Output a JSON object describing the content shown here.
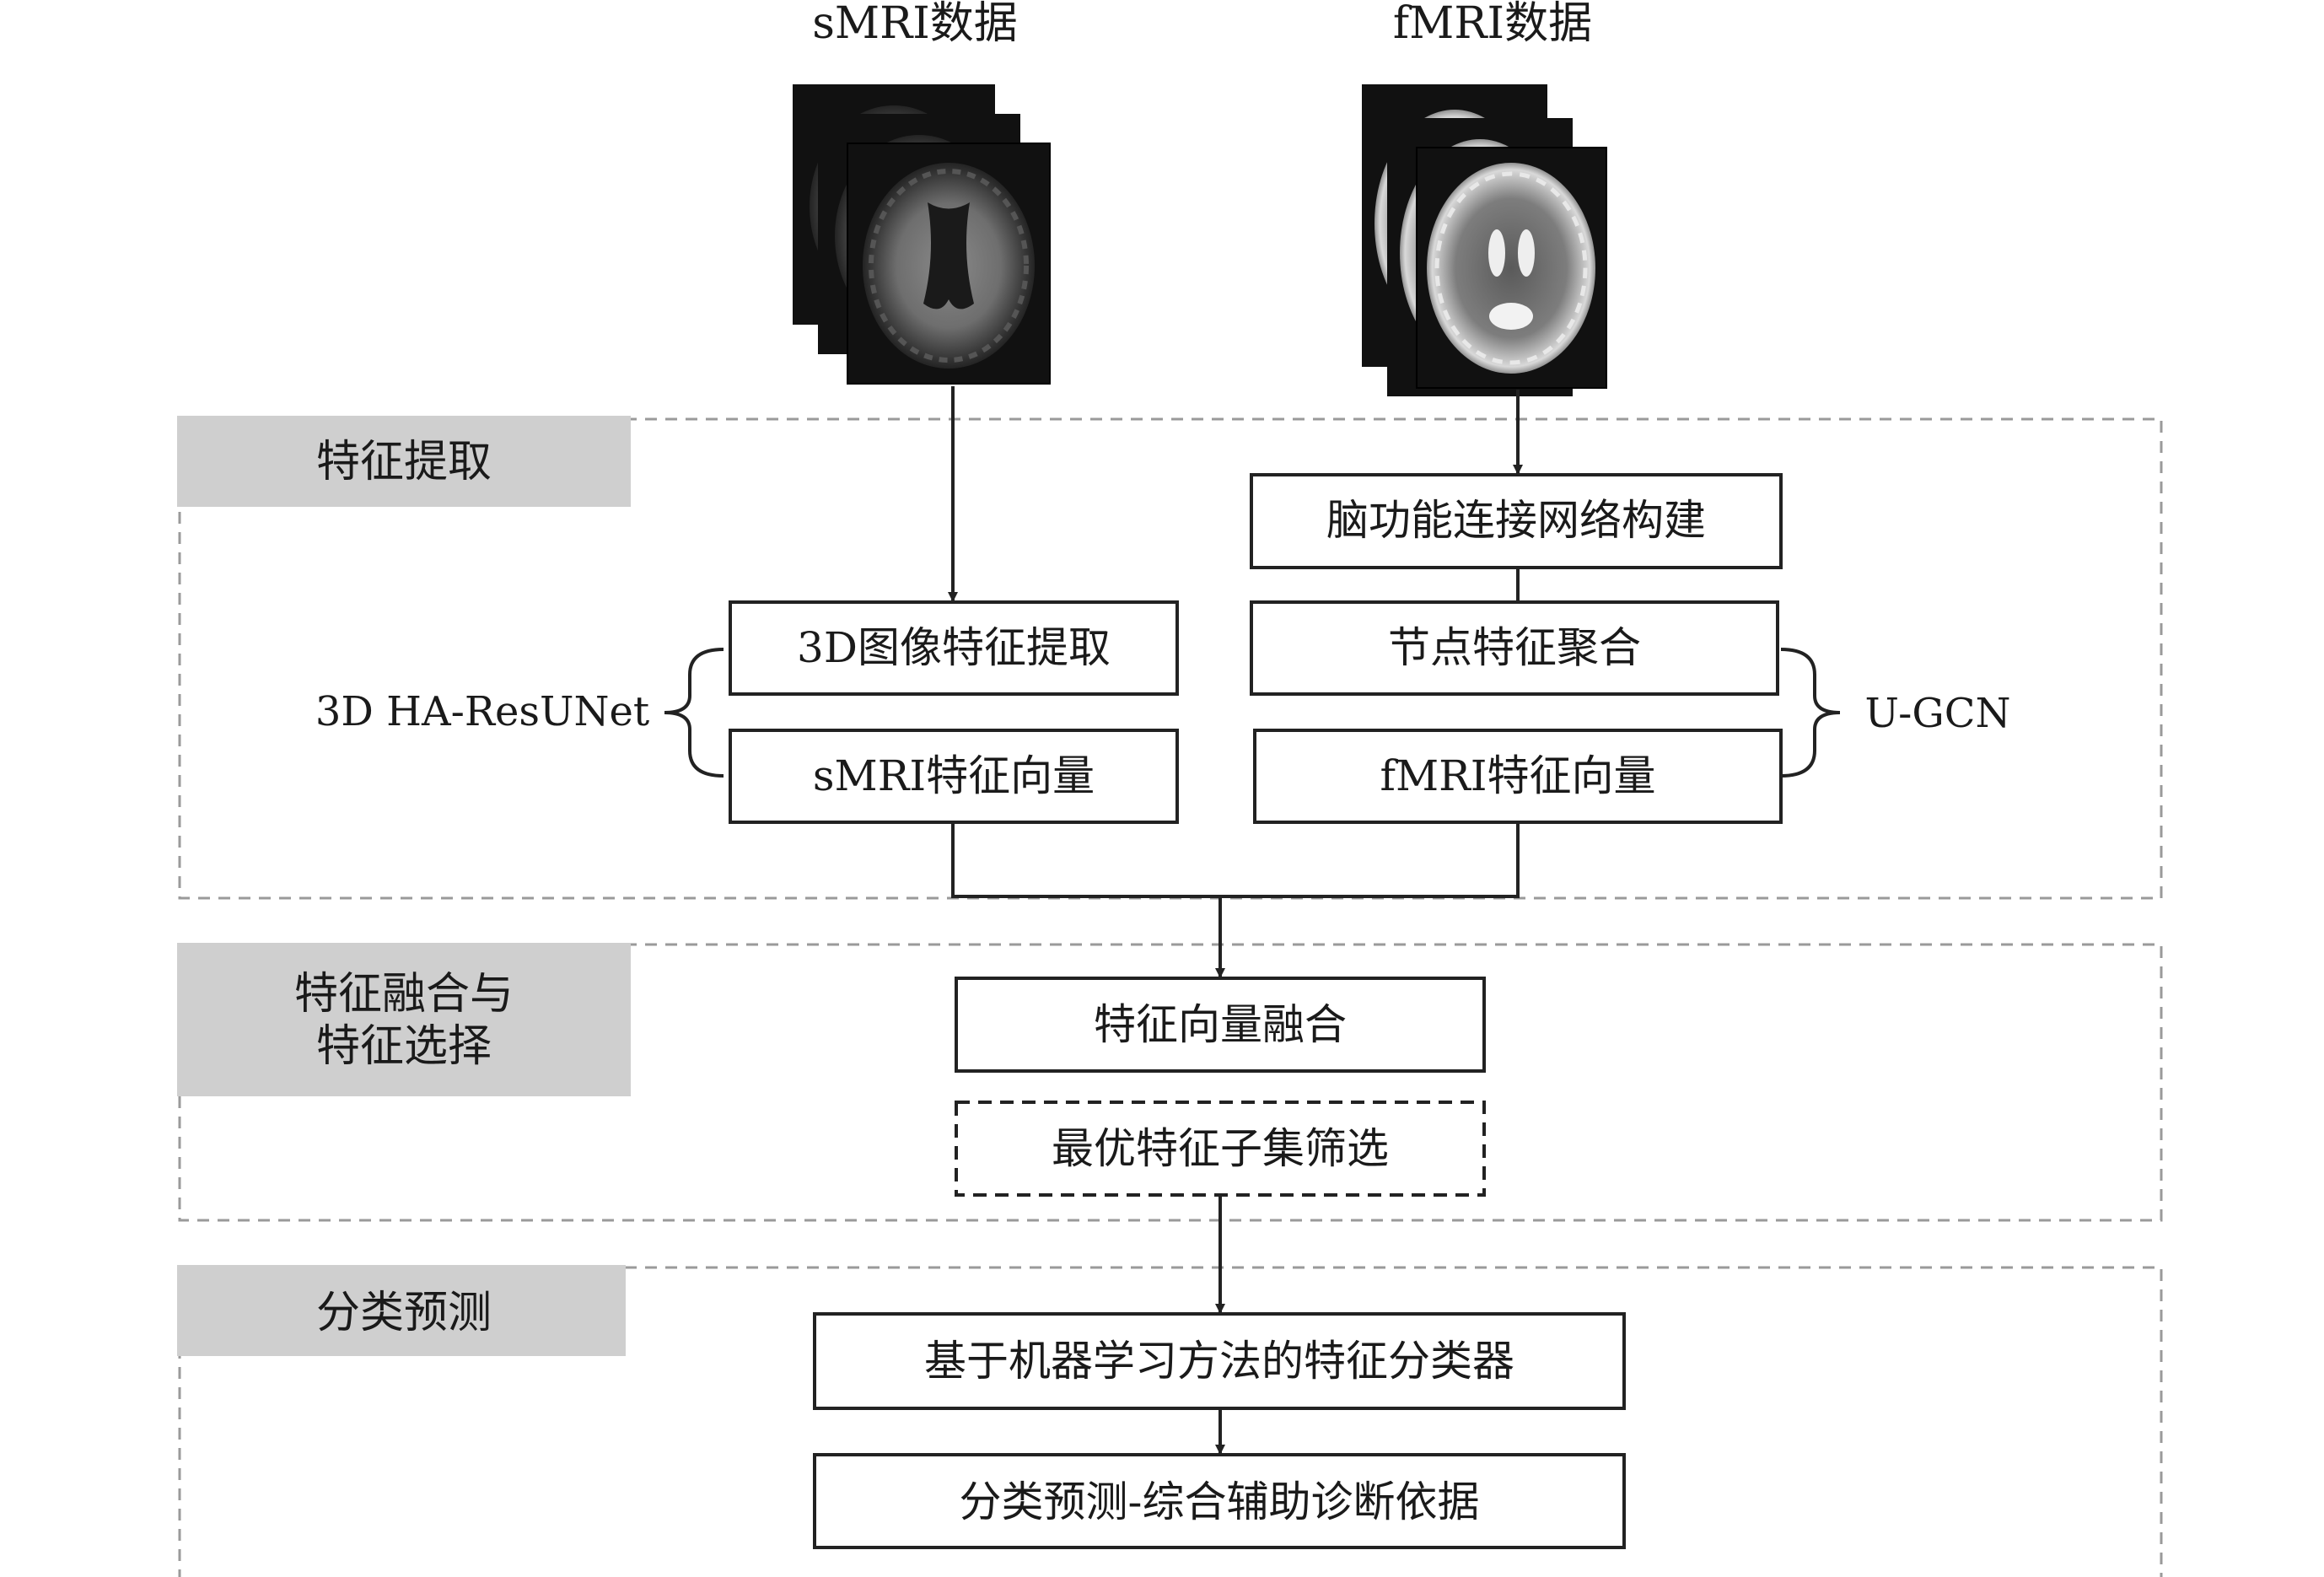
{
  "sources": {
    "smri_title": "sMRI数据",
    "fmri_title": "fMRI数据"
  },
  "sections": {
    "extraction": {
      "label": "特征提取"
    },
    "fusion": {
      "label_line1": "特征融合与",
      "label_line2": "特征选择"
    },
    "classification": {
      "label": "分类预测"
    }
  },
  "boxes": {
    "brain_network": "脑功能连接网络构建",
    "image_feature_extract": "3D图像特征提取",
    "smri_vector": "sMRI特征向量",
    "node_aggregation": "节点特征聚合",
    "fmri_vector": "fMRI特征向量",
    "vector_fusion": "特征向量融合",
    "subset_selection": "最优特征子集筛选",
    "ml_classifier": "基于机器学习方法的特征分类器",
    "diagnosis": "分类预测-综合辅助诊断依据"
  },
  "models": {
    "left": "3D HA-ResUNet",
    "right": "U-GCN"
  },
  "colors": {
    "section_label_bg": "#cfcfcf",
    "line": "#222222",
    "dashed_border": "#9a9a9a"
  }
}
